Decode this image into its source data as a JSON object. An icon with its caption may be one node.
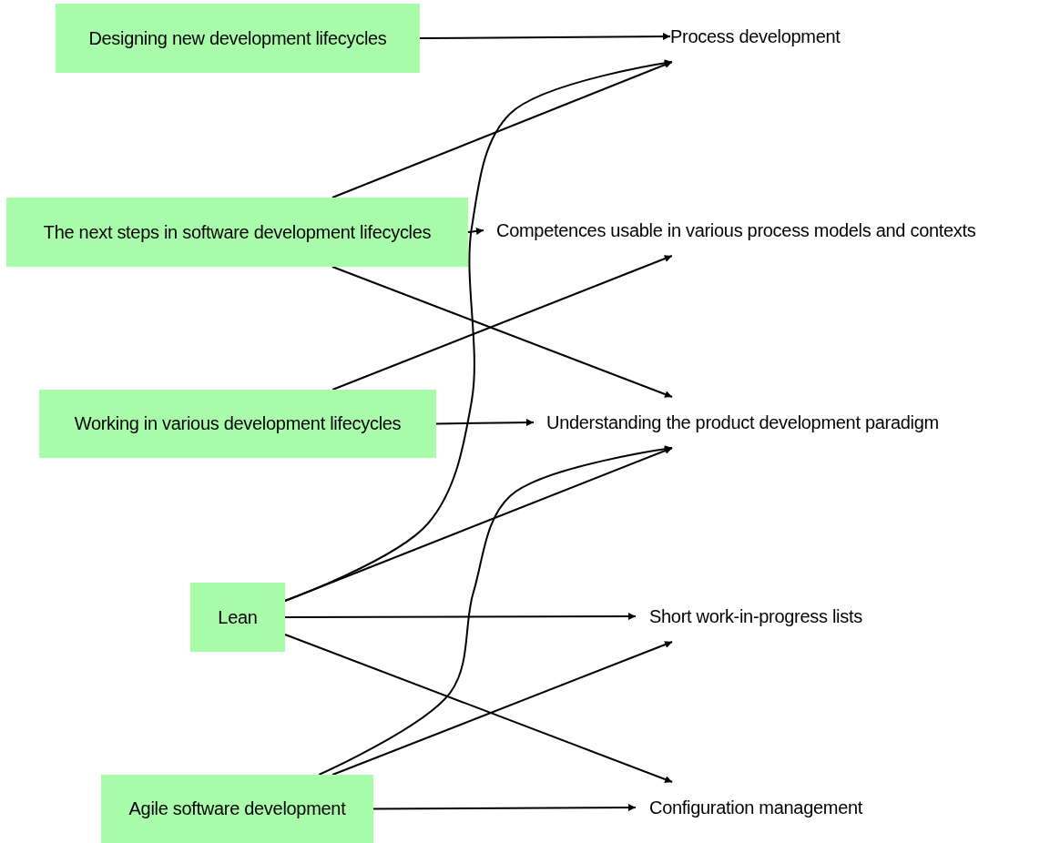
{
  "diagram": {
    "nodes": [
      {
        "text": [
          "Designing new development lifecycles"
        ]
      },
      {
        "text": [
          "Process development"
        ]
      },
      {
        "text": [
          "The next steps in software development lifecycles"
        ]
      },
      {
        "text": [
          "Competences usable in various process models and contexts"
        ]
      },
      {
        "text": [
          "Working in various development lifecycles"
        ]
      },
      {
        "text": [
          "Understanding the product development paradigm"
        ]
      },
      {
        "text": [
          "Lean"
        ]
      },
      {
        "text": [
          "Short work-in-progress lists"
        ]
      },
      {
        "text": [
          "Agile software development"
        ]
      },
      {
        "text": [
          "Configuration management"
        ]
      }
    ],
    "edges": [
      {
        "from": 0,
        "to": 1,
        "arrow": "to"
      },
      {
        "from": 2,
        "to": 1,
        "arrow": "to"
      },
      {
        "from": 2,
        "to": 3,
        "arrow": "to"
      },
      {
        "from": 2,
        "to": 5,
        "arrow": "to"
      },
      {
        "from": 4,
        "to": 3,
        "arrow": "to"
      },
      {
        "from": 4,
        "to": 5,
        "arrow": "to"
      },
      {
        "from": 6,
        "to": 1,
        "arrow": "to"
      },
      {
        "from": 6,
        "to": 5,
        "arrow": "to"
      },
      {
        "from": 6,
        "to": 7,
        "arrow": "to"
      },
      {
        "from": 6,
        "to": 9,
        "arrow": "to"
      },
      {
        "from": 8,
        "to": 5,
        "arrow": "to"
      },
      {
        "from": 8,
        "to": 7,
        "arrow": "to"
      },
      {
        "from": 8,
        "to": 9,
        "arrow": "to"
      }
    ]
  }
}
